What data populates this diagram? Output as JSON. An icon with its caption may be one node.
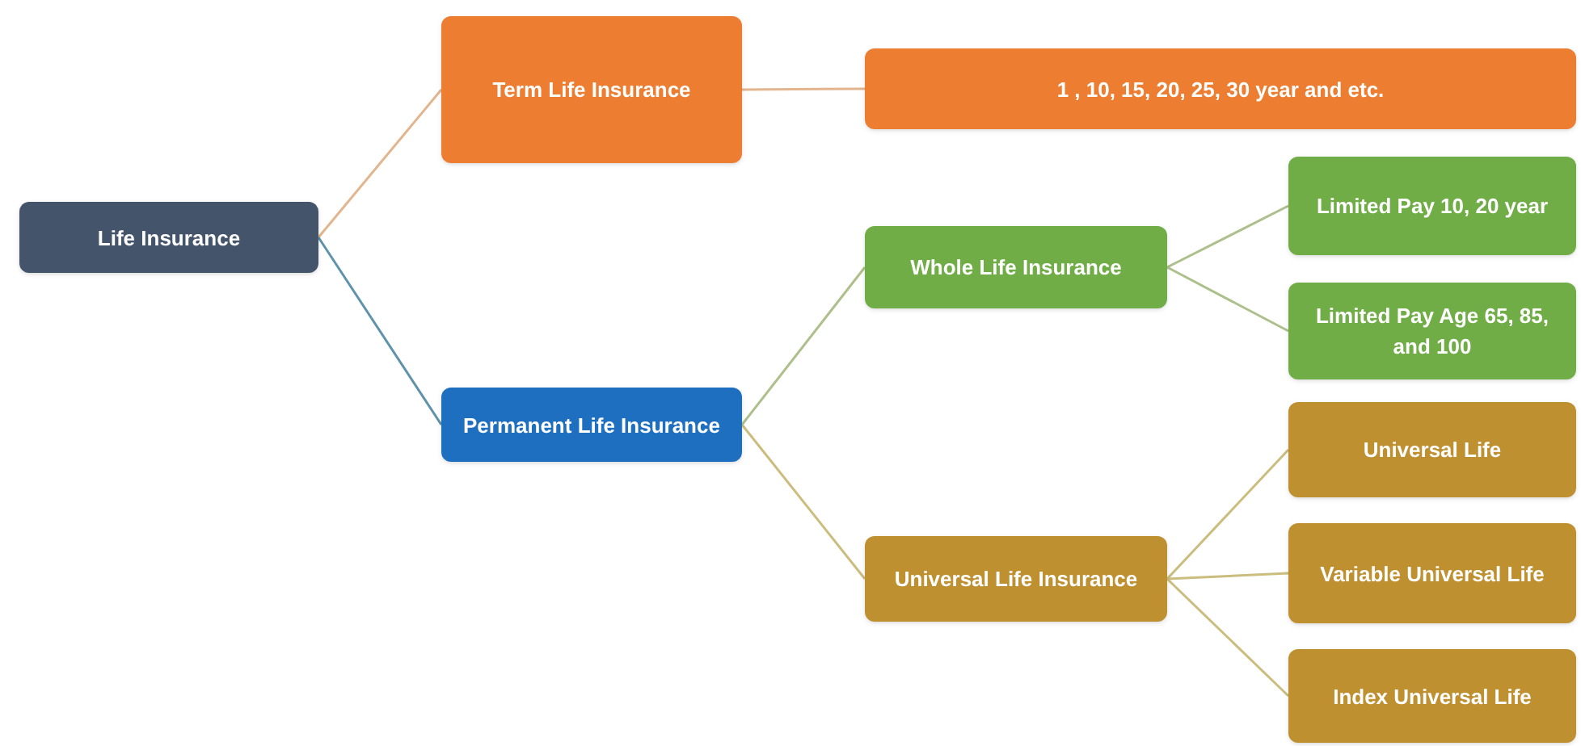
{
  "diagram": {
    "nodes": [
      {
        "text": [
          "Life Insurance"
        ]
      },
      {
        "text": [
          "Term Life Insurance"
        ]
      },
      {
        "text": [
          "Permanent Life Insurance"
        ]
      },
      {
        "text": [
          "1 , 10, 15, 20, 25, 30 year and etc."
        ]
      },
      {
        "text": [
          "Whole Life Insurance"
        ]
      },
      {
        "text": [
          "Limited Pay 10, 20 year"
        ]
      },
      {
        "text": [
          "Limited Pay Age 65, 85, and 100"
        ]
      },
      {
        "text": [
          "Universal Life Insurance"
        ]
      },
      {
        "text": [
          "Universal Life"
        ]
      },
      {
        "text": [
          "Variable Universal Life"
        ]
      },
      {
        "text": [
          "Index Universal Life"
        ]
      }
    ],
    "edges": [
      {
        "from": 0,
        "to": 1,
        "arrow": "none",
        "color": "#e2b58e"
      },
      {
        "from": 0,
        "to": 2,
        "arrow": "none",
        "color": "#5f93ab"
      },
      {
        "from": 1,
        "to": 3,
        "arrow": "none",
        "color": "#e2b58e"
      },
      {
        "from": 2,
        "to": 4,
        "arrow": "none",
        "color": "#adc08c"
      },
      {
        "from": 2,
        "to": 7,
        "arrow": "none"
      },
      {
        "from": 4,
        "to": 5,
        "arrow": "none",
        "color": "#adc08c"
      },
      {
        "from": 4,
        "to": 6,
        "arrow": "none",
        "color": "#adc08c"
      },
      {
        "from": 7,
        "to": 8,
        "arrow": "none"
      },
      {
        "from": 7,
        "to": 9,
        "arrow": "none"
      },
      {
        "from": 7,
        "to": 10,
        "arrow": "none"
      }
    ]
  }
}
